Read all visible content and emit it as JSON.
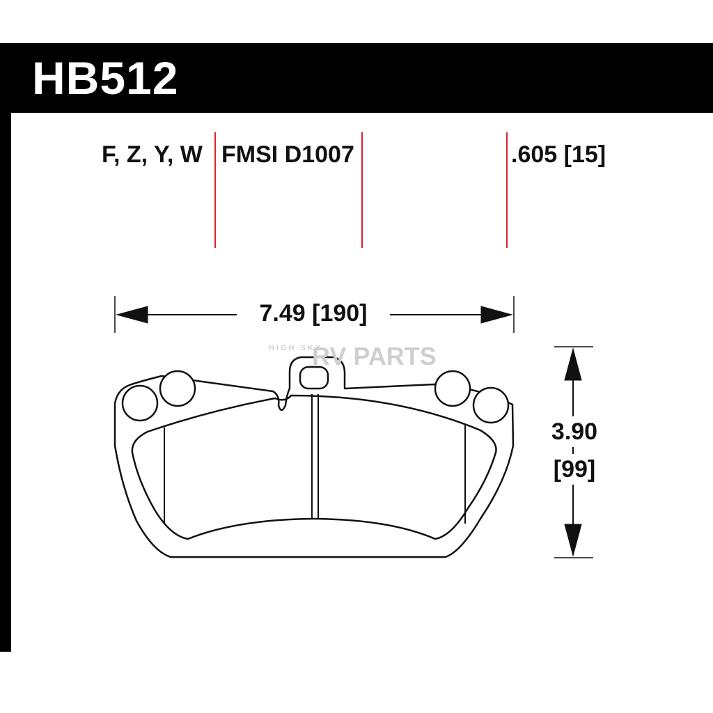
{
  "header": {
    "part_number": "HB512"
  },
  "specs": {
    "compounds": "F, Z, Y, W",
    "fmsi": "FMSI D1007",
    "thickness": ".605 [15]"
  },
  "dimensions": {
    "width": "7.49 [190]",
    "height_in": "3.90",
    "height_mm": "[99]"
  },
  "watermark": {
    "small": "HIGH SKY",
    "big": "RV PARTS"
  },
  "colors": {
    "header_bg": "#000000",
    "accent_lines": "#d8232a",
    "outline": "#111111"
  }
}
